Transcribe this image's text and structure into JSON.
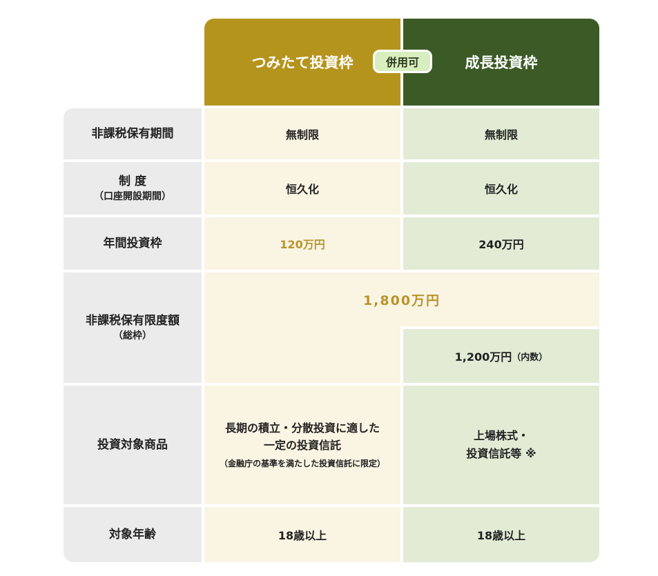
{
  "header": {
    "tsumitate_label": "つみたて投資枠",
    "seicho_label": "成長投資枠",
    "badge": "併用可"
  },
  "rows": {
    "period": {
      "label": "非課税保有期間",
      "tsumitate": "無制限",
      "seicho": "無制限"
    },
    "system": {
      "label": "制 度",
      "sublabel": "（口座開設期間）",
      "tsumitate": "恒久化",
      "seicho": "恒久化"
    },
    "annual": {
      "label": "年間投資枠",
      "tsumitate": "120万円",
      "seicho": "240万円"
    },
    "limit": {
      "label": "非課税保有限度額",
      "sublabel": "（総枠）",
      "total": "1,800万円",
      "seicho": "1,200万円",
      "seicho_note": "（内数）"
    },
    "products": {
      "label": "投資対象商品",
      "tsumitate_line1": "長期の積立・分散投資に適した",
      "tsumitate_line2": "一定の投資信託",
      "tsumitate_note": "（金融庁の基準を満たした投資信託に限定）",
      "seicho_line1": "上場株式・",
      "seicho_line2": "投資信託等 ※"
    },
    "age": {
      "label": "対象年齢",
      "tsumitate": "18歳以上",
      "seicho": "18歳以上"
    }
  },
  "colors": {
    "tsumitate_header": "#b5941d",
    "seicho_header": "#3c5a26",
    "tsumitate_bg": "#faf4e3",
    "seicho_bg": "#e2ecd5",
    "label_bg": "#ebebeb",
    "accent_gold": "#b8942a",
    "badge_bg": "#d8eebe"
  }
}
